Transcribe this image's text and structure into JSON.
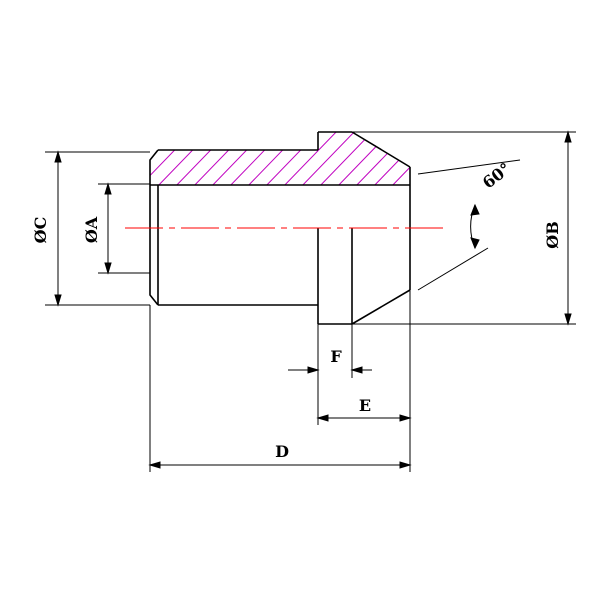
{
  "labels": {
    "dia_c": "ØC",
    "dia_a": "ØA",
    "dia_b": "ØB",
    "angle": "60°",
    "f": "F",
    "e": "E",
    "d": "D"
  },
  "colors": {
    "outline": "#000000",
    "hatch": "#c000c0",
    "centerline": "#ff0000",
    "background": "#ffffff"
  }
}
